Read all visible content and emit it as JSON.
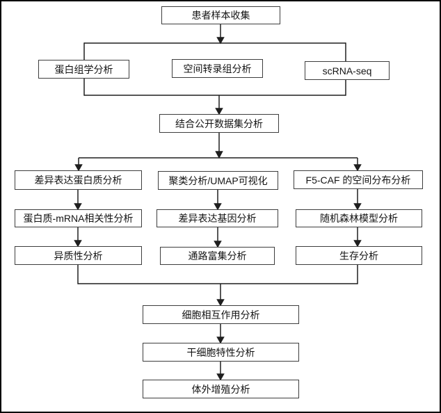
{
  "diagram": {
    "type": "flowchart",
    "colors": {
      "background": "#ffffff",
      "outer_border": "#000000",
      "box_border": "#3d3d3d",
      "line": "#1f1f1f",
      "text": "#141414"
    },
    "nodes": {
      "patient": "患者样本收集",
      "proteomics": "蛋白组学分析",
      "spatial": "空间转录组分析",
      "scrna": "scRNA-seq",
      "combined": "结合公开数据集分析",
      "diff_protein": "差异表达蛋白质分析",
      "cluster": "聚类分析/UMAP可视化",
      "f5caf": "F5-CAF 的空间分布分析",
      "mrna_corr": "蛋白质-mRNA相关性分析",
      "diff_gene": "差异表达基因分析",
      "rf_model": "随机森林模型分析",
      "heterogeneity": "异质性分析",
      "pathway": "通路富集分析",
      "survival": "生存分析",
      "interaction": "细胞相互作用分析",
      "stemness": "干细胞特性分析",
      "proliferation": "体外增殖分析"
    },
    "edges": [
      {
        "from": "patient",
        "to": "proteomics"
      },
      {
        "from": "patient",
        "to": "spatial"
      },
      {
        "from": "patient",
        "to": "scrna"
      },
      {
        "from": "proteomics",
        "to": "combined"
      },
      {
        "from": "spatial",
        "to": "combined"
      },
      {
        "from": "scrna",
        "to": "combined"
      },
      {
        "from": "combined",
        "to": "diff_protein"
      },
      {
        "from": "combined",
        "to": "cluster"
      },
      {
        "from": "combined",
        "to": "f5caf"
      },
      {
        "from": "diff_protein",
        "to": "mrna_corr"
      },
      {
        "from": "cluster",
        "to": "diff_gene"
      },
      {
        "from": "f5caf",
        "to": "rf_model"
      },
      {
        "from": "mrna_corr",
        "to": "heterogeneity"
      },
      {
        "from": "diff_gene",
        "to": "pathway"
      },
      {
        "from": "rf_model",
        "to": "survival"
      },
      {
        "from": "heterogeneity",
        "to": "interaction"
      },
      {
        "from": "pathway",
        "to": "interaction"
      },
      {
        "from": "survival",
        "to": "interaction"
      },
      {
        "from": "interaction",
        "to": "stemness"
      },
      {
        "from": "stemness",
        "to": "proliferation"
      }
    ]
  }
}
